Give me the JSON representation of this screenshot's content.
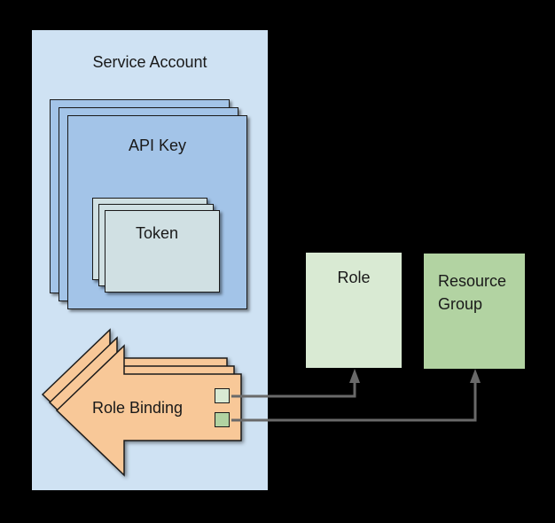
{
  "diagram": {
    "title": "Service account authorization diagram",
    "background_color": "#000000",
    "service_account": {
      "label": "Service Account",
      "fill": "#cfe2f3"
    },
    "api_key": {
      "label": "API Key",
      "fill": "#a3c4e8",
      "stack_count": 3
    },
    "token": {
      "label": "Token",
      "fill": "#d0e0e3",
      "stack_count": 3
    },
    "role_binding": {
      "label": "Role Binding",
      "fill": "#f8c898",
      "stack_count": 3,
      "references": [
        {
          "name": "role-reference",
          "fill": "#d9ead3",
          "points_to": "Role"
        },
        {
          "name": "resource-group-reference",
          "fill": "#b2d3a2",
          "points_to": "Resource Group"
        }
      ]
    },
    "role": {
      "label": "Role",
      "fill": "#d9ead3"
    },
    "resource_group": {
      "label": "Resource Group",
      "fill": "#b2d3a2"
    },
    "connectors": [
      {
        "from": "Role Binding role reference",
        "to": "Role",
        "color": "#696969"
      },
      {
        "from": "Role Binding resource group reference",
        "to": "Resource Group",
        "color": "#696969"
      }
    ]
  }
}
